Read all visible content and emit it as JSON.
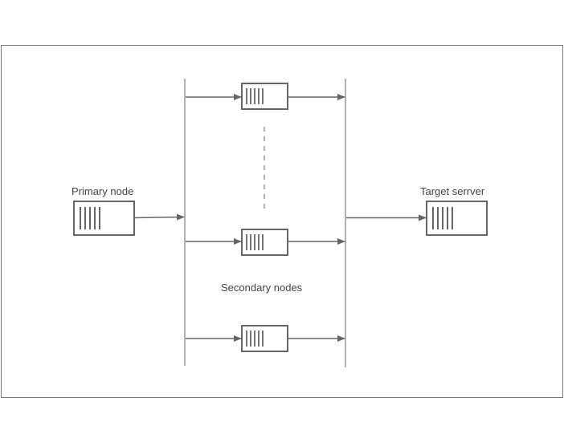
{
  "colors": {
    "stroke": "#666666",
    "frame": "#777777",
    "dashed": "#8a8a8a",
    "label": "#444444",
    "background": "#ffffff"
  },
  "labels": {
    "primary": "Primary node",
    "secondary": "Secondary nodes",
    "target": "Target serrver"
  },
  "icons": {
    "node_icon": "server-queue-icon",
    "arrow_icon": "arrow-right-icon"
  }
}
